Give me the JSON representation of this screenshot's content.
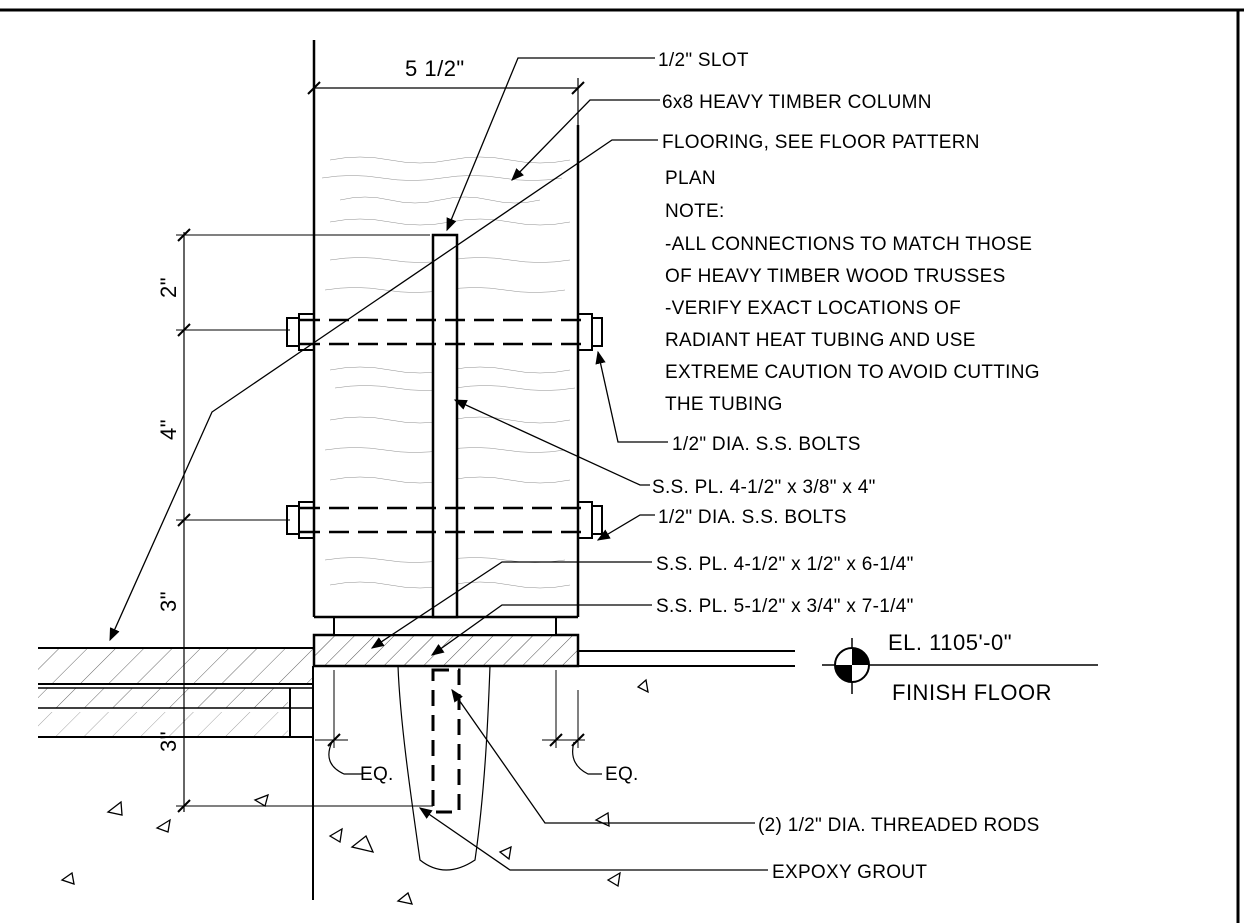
{
  "dimensions": {
    "width_top": "5 1/2\"",
    "dim_2": "2\"",
    "dim_4": "4\"",
    "dim_3a": "3\"",
    "dim_3b": "3\""
  },
  "labels": {
    "slot": "1/2\" SLOT",
    "column": "6x8 HEAVY TIMBER COLUMN",
    "flooring_1": "FLOORING, SEE FLOOR PATTERN",
    "flooring_2": "PLAN",
    "note_title": "NOTE:",
    "note_1a": "-ALL CONNECTIONS TO MATCH THOSE",
    "note_1b": "OF HEAVY TIMBER WOOD TRUSSES",
    "note_2a": "-VERIFY EXACT LOCATIONS OF",
    "note_2b": "RADIANT HEAT TUBING AND USE",
    "note_2c": "EXTREME CAUTION TO AVOID CUTTING",
    "note_2d": "THE TUBING",
    "bolts_upper": "1/2\" DIA. S.S. BOLTS",
    "plate_vertical": "S.S. PL. 4-1/2\" x 3/8\" x 4\"",
    "bolts_lower": "1/2\" DIA. S.S. BOLTS",
    "plate_top": "S.S. PL. 4-1/2\" x 1/2\" x 6-1/4\"",
    "plate_base": "S.S. PL. 5-1/2\" x 3/4\" x 7-1/4\"",
    "elevation": "EL. 1105'-0\"",
    "finish_floor": "FINISH FLOOR",
    "eq_left": "EQ.",
    "eq_right": "EQ.",
    "rods": "(2) 1/2\" DIA. THREADED RODS",
    "grout": "EXPOXY GROUT"
  }
}
